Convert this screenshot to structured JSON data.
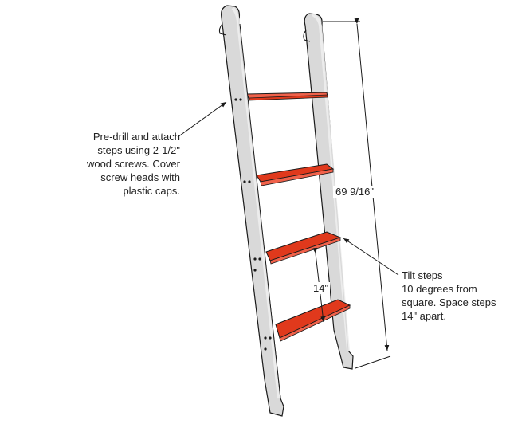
{
  "callouts": {
    "predrill": {
      "lines": [
        "Pre-drill and attach",
        "steps using 2-1/2\"",
        "wood screws. Cover",
        "screw heads with",
        "plastic caps."
      ]
    },
    "tilt": {
      "lines": [
        "Tilt steps",
        "10 degrees from",
        "square. Space steps",
        "14\" apart."
      ]
    }
  },
  "dimensions": {
    "overall_height": "69 9/16\"",
    "step_spacing": "14\""
  },
  "colors": {
    "rail": "#d9d9d9",
    "rail_edge": "#ededed",
    "step_top": "#e0391c",
    "step_front": "#f0614a",
    "outline": "#1a1a1a"
  }
}
